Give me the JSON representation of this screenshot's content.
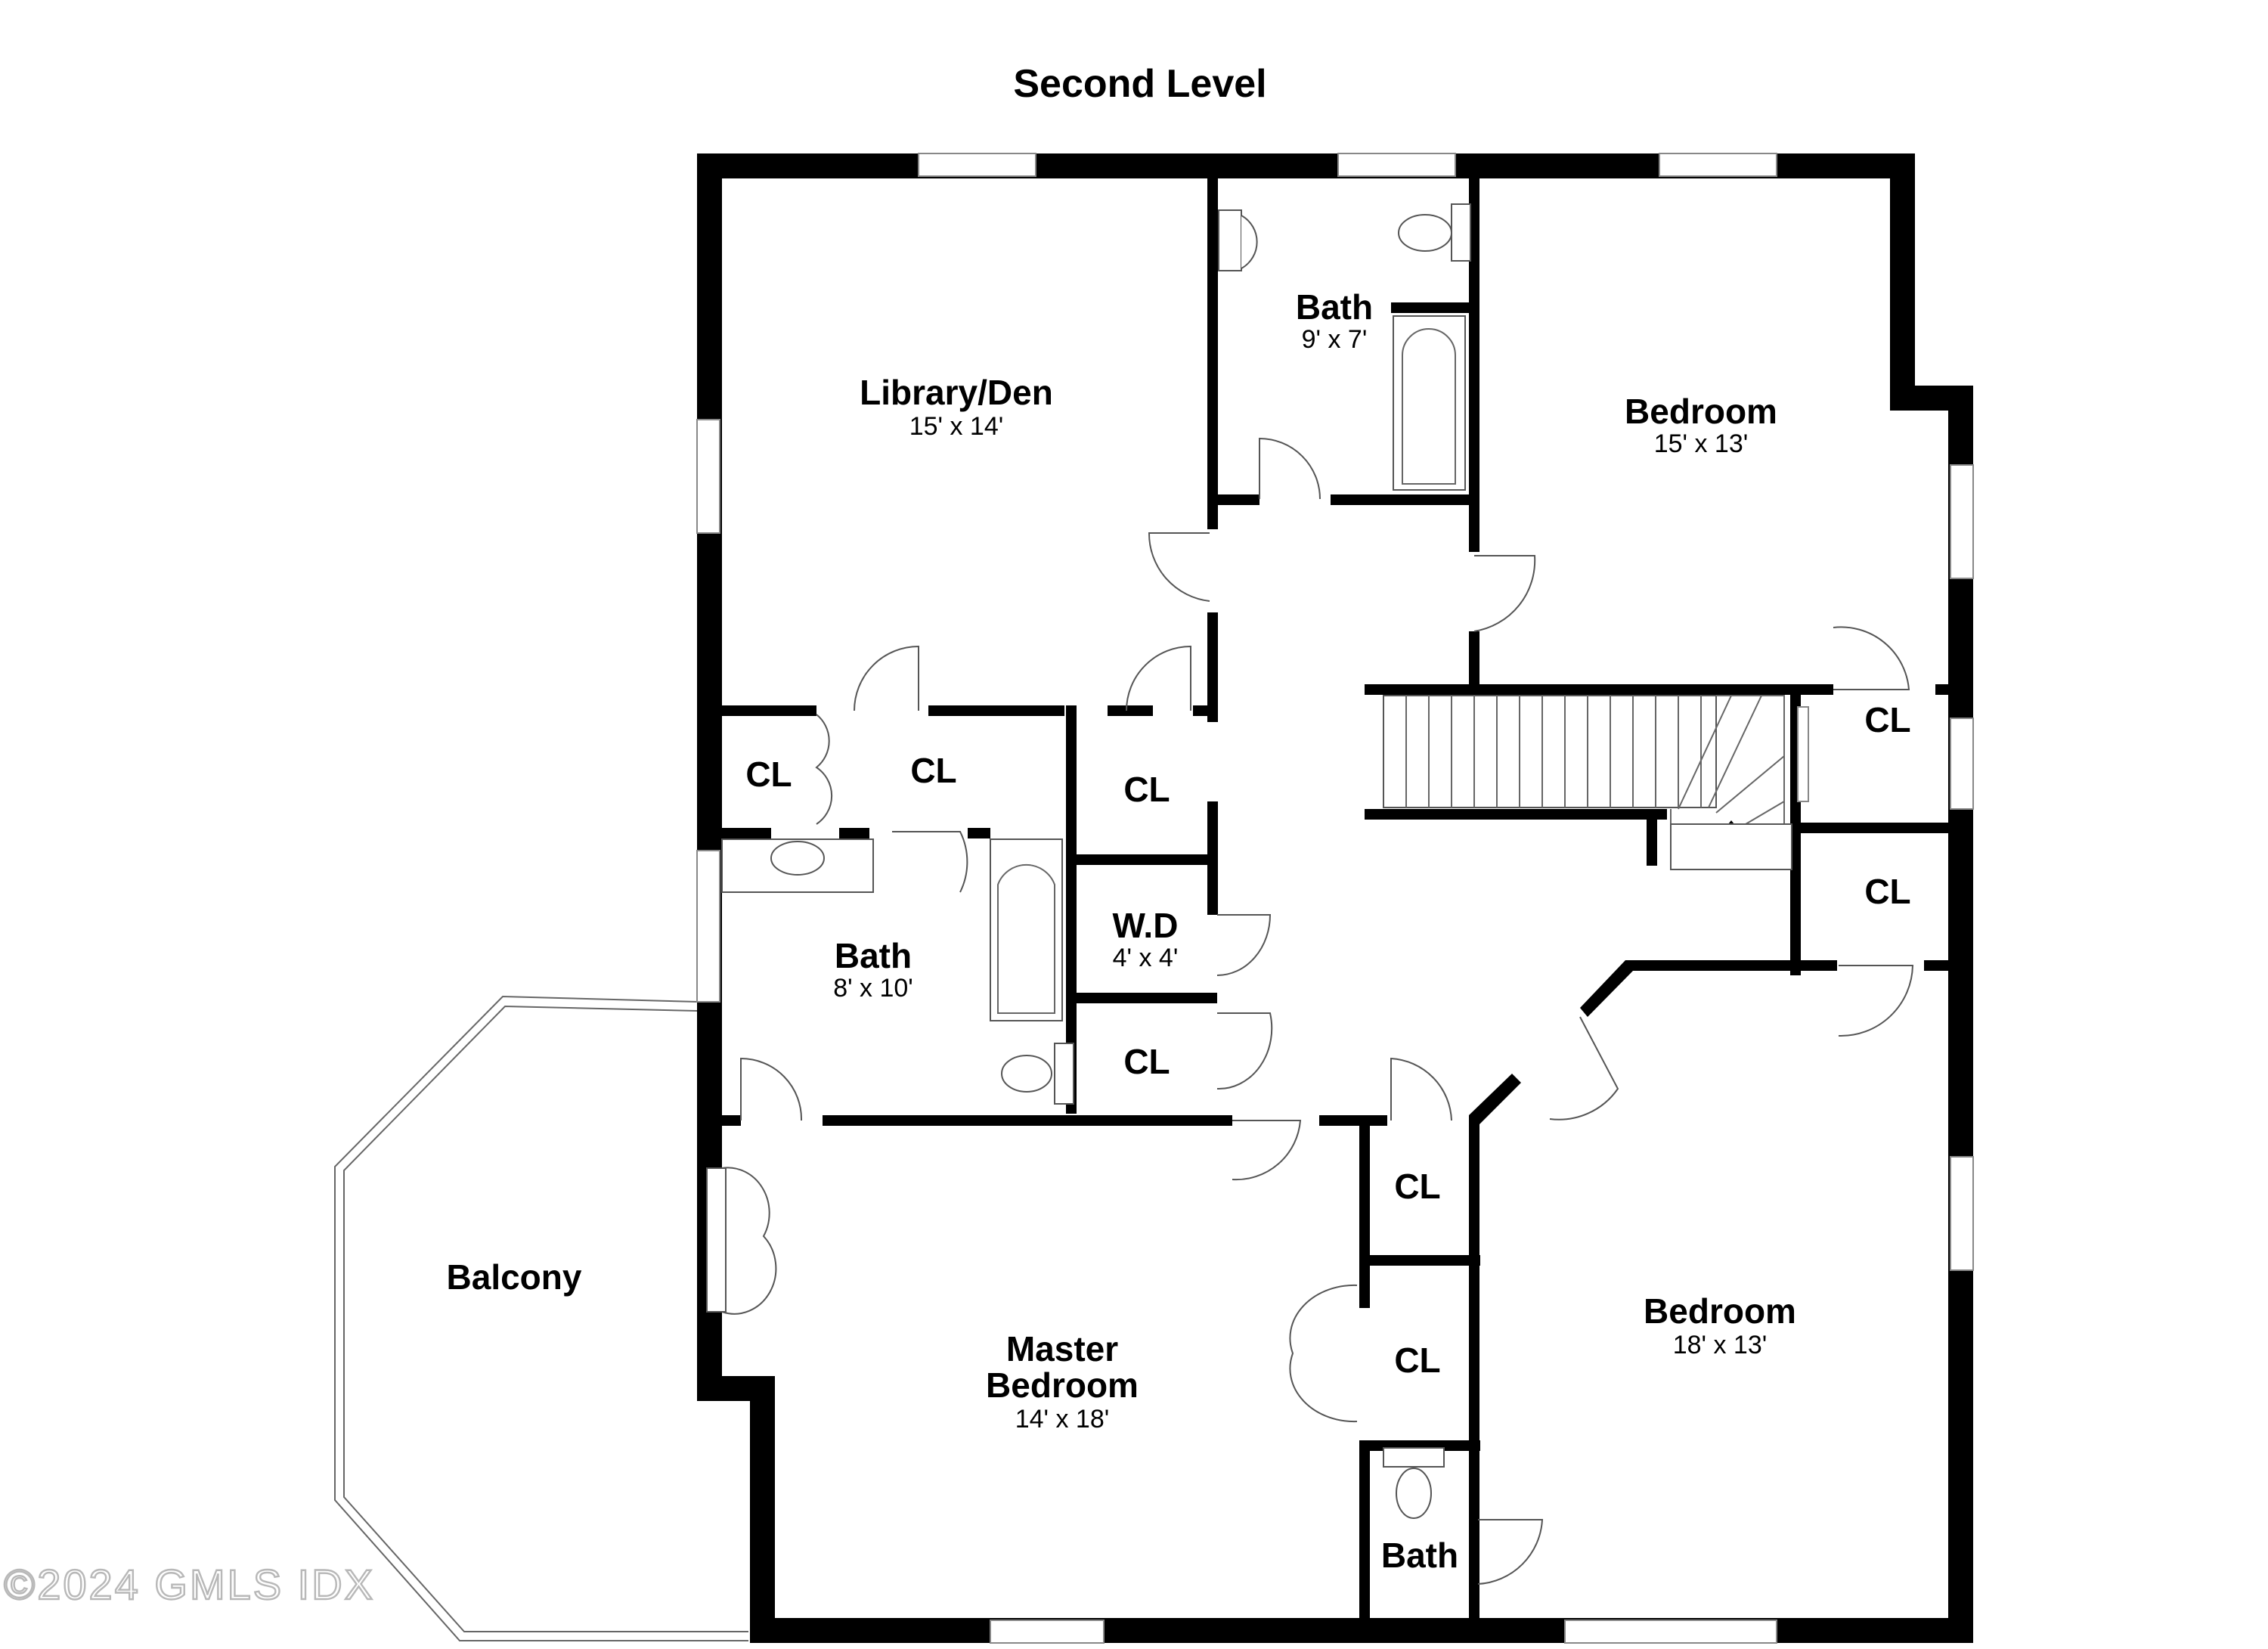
{
  "title": "Second Level",
  "watermark": "©2024 GMLS IDX",
  "rooms": [
    {
      "id": "library",
      "name": "Library/Den",
      "dims": "15' x 14'"
    },
    {
      "id": "bath-top",
      "name": "Bath",
      "dims": "9' x 7'"
    },
    {
      "id": "bedroom-ne",
      "name": "Bedroom",
      "dims": "15' x 13'"
    },
    {
      "id": "bath-mid",
      "name": "Bath",
      "dims": "8' x 10'"
    },
    {
      "id": "wd",
      "name": "W.D",
      "dims": "4' x 4'"
    },
    {
      "id": "master",
      "name": "Master Bedroom",
      "name_line1": "Master",
      "name_line2": "Bedroom",
      "dims": "14' x 18'"
    },
    {
      "id": "bedroom-se",
      "name": "Bedroom",
      "dims": "18' x 13'"
    },
    {
      "id": "bath-small",
      "name": "Bath",
      "dims": ""
    },
    {
      "id": "balcony",
      "name": "Balcony",
      "dims": ""
    }
  ],
  "closet_label": "CL",
  "colors": {
    "wall": "#000000",
    "window": "#888888",
    "background": "#ffffff"
  }
}
